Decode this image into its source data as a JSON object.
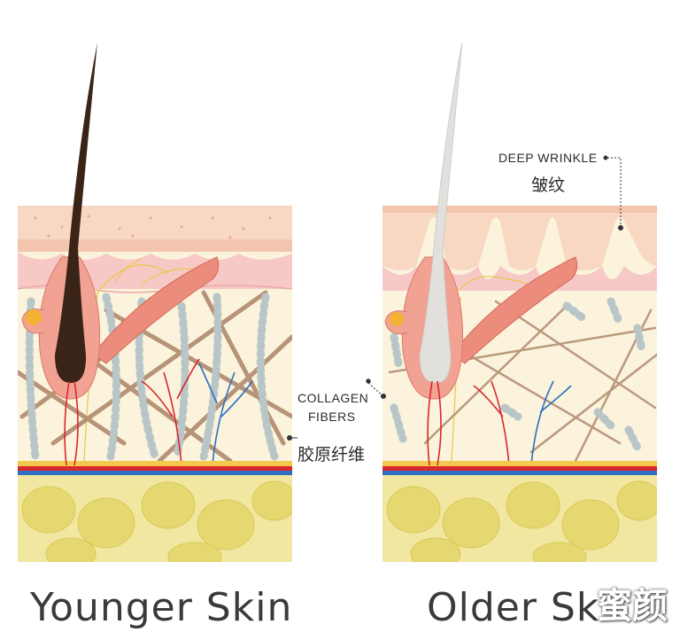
{
  "labels": {
    "wrinkle_en": "DEEP WRINKLE",
    "wrinkle_zh": "皱纹",
    "collagen_en_line1": "COLLAGEN",
    "collagen_en_line2": "FIBERS",
    "collagen_zh": "胶原纤维"
  },
  "captions": {
    "left": "Younger Skin",
    "right": "Older Sk"
  },
  "watermark": "蜜颜",
  "colors": {
    "epidermis": "#f8d8c2",
    "epidermis_dots": "#e8a98a",
    "dermis_top": "#f7c9c6",
    "dermis": "#fbf3dc",
    "fat": "#f1e7a0",
    "fat_cell": "#e6d870",
    "artery": "#d9272e",
    "vein": "#2f6fc2",
    "collagen": "#b08a6e",
    "elastin": "#b9c6c8",
    "hair_young": "#3a2418",
    "hair_old": "#e2e0dd",
    "muscle": "#ec8c7c",
    "follicle": "#f2a293"
  }
}
